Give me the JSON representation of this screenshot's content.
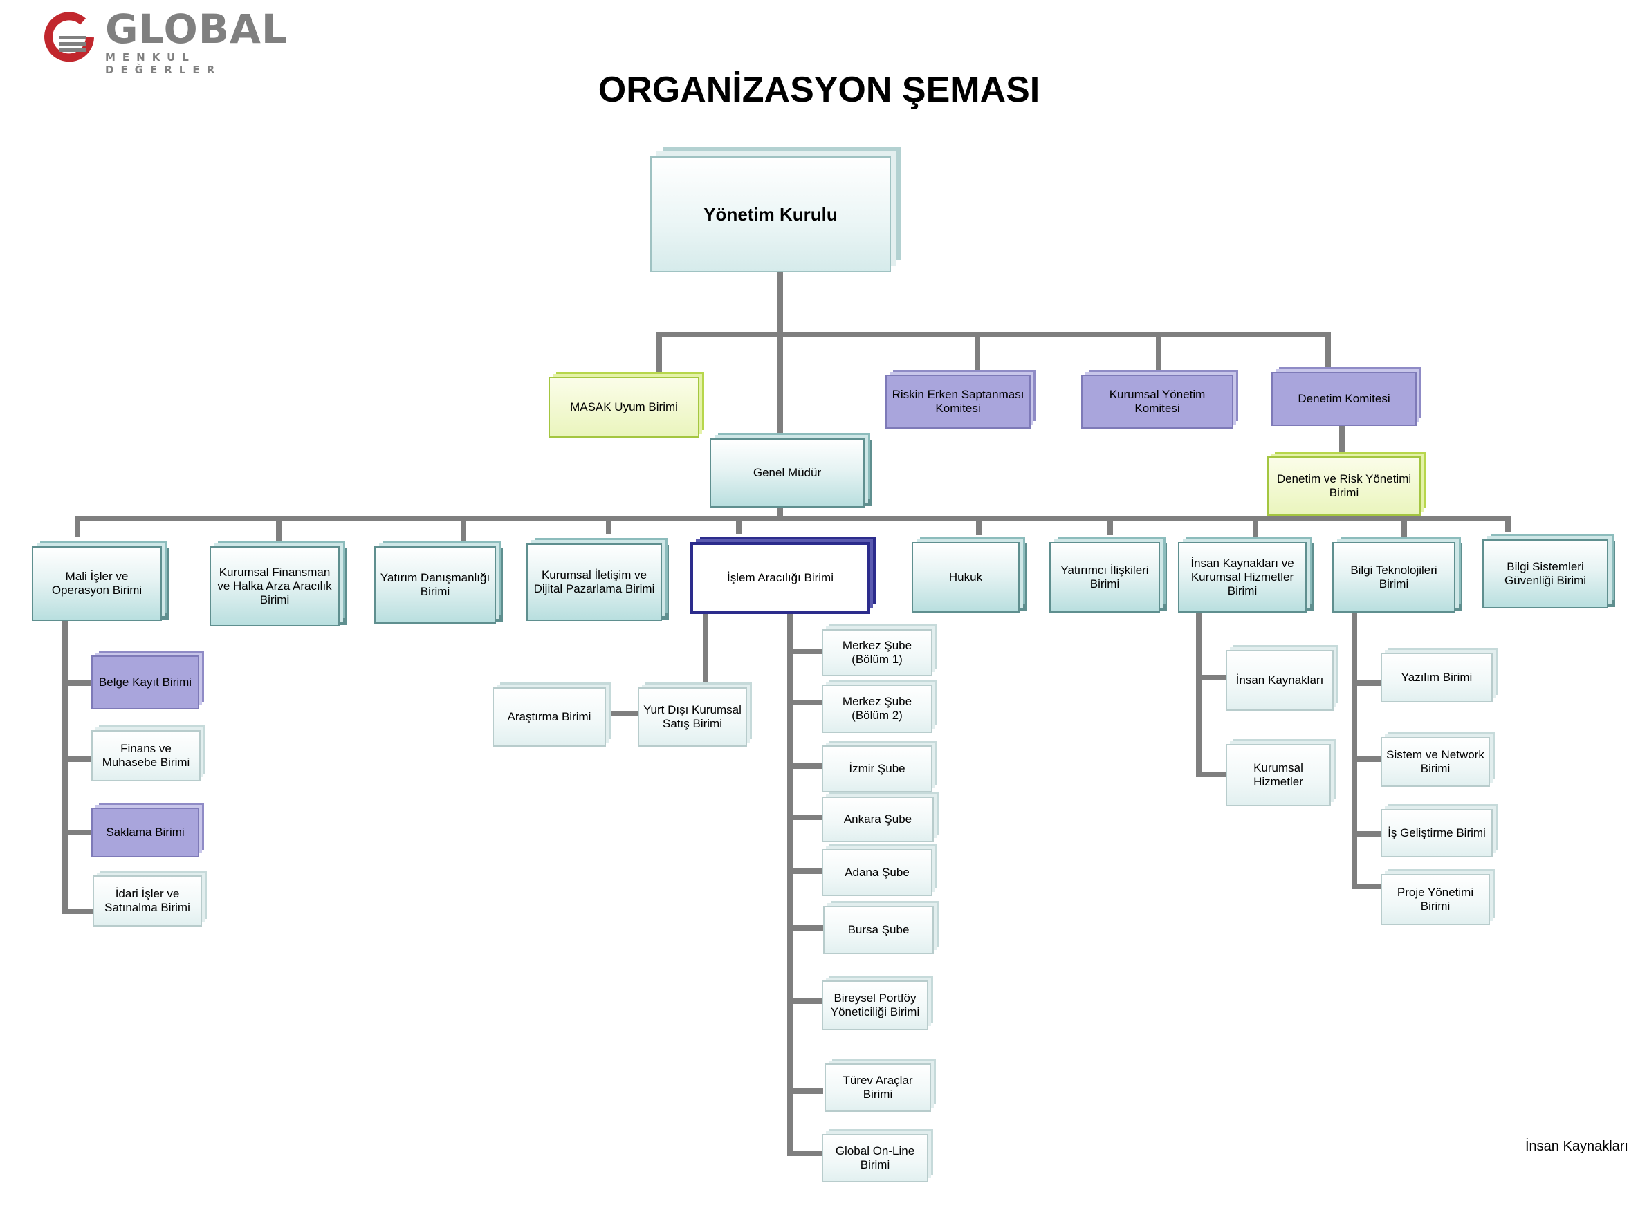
{
  "logo": {
    "brand": "GLOBAL",
    "subtitle": "MENKUL DEĞERLER",
    "colors": {
      "ring": "#c1272d",
      "text": "#808080"
    }
  },
  "title": "ORGANİZASYON ŞEMASI",
  "footer": "İnsan Kaynakları",
  "nodes": {
    "board": "Yönetim Kurulu",
    "masak": "MASAK Uyum Birimi",
    "risk_committee": "Riskin Erken Saptanması Komitesi",
    "corp_gov": "Kurumsal Yönetim Komitesi",
    "audit_committee": "Denetim Komitesi",
    "audit_risk_unit": "Denetim ve Risk Yönetimi Birimi",
    "general_manager": "Genel Müdür",
    "dept_finance_ops": "Mali İşler ve Operasyon Birimi",
    "dept_corp_finance": "Kurumsal Finansman ve Halka Arza Aracılık Birimi",
    "dept_advisory": "Yatırım Danışmanlığı Birimi",
    "dept_comm": "Kurumsal İletişim ve Dijital Pazarlama Birimi",
    "dept_brokerage": "İşlem Aracılığı Birimi",
    "dept_legal": "Hukuk",
    "dept_ir": "Yatırımcı İlişkileri Birimi",
    "dept_hr": "İnsan Kaynakları ve Kurumsal Hizmetler Birimi",
    "dept_it": "Bilgi Teknolojileri Birimi",
    "dept_infosec": "Bilgi Sistemleri Güvenliği Birimi",
    "belge": "Belge Kayıt Birimi",
    "finans_muh": "Finans ve Muhasebe Birimi",
    "saklama": "Saklama Birimi",
    "idari": "İdari İşler ve Satınalma Birimi",
    "arastirma": "Araştırma Birimi",
    "yurtdisi": "Yurt Dışı Kurumsal Satış Birimi",
    "merkez1": "Merkez Şube (Bölüm 1)",
    "merkez2": "Merkez Şube (Bölüm 2)",
    "izmir": "İzmir Şube",
    "ankara": "Ankara Şube",
    "adana": "Adana Şube",
    "bursa": "Bursa Şube",
    "bireysel": "Bireysel Portföy Yöneticiliği Birimi",
    "turev": "Türev Araçlar Birimi",
    "online": "Global On-Line Birimi",
    "ik": "İnsan Kaynakları",
    "kh": "Kurumsal Hizmetler",
    "yazilim": "Yazılım Birimi",
    "sistem": "Sistem ve Network Birimi",
    "isgel": "İş Geliştirme Birimi",
    "proje": "Proje Yönetimi Birimi"
  }
}
